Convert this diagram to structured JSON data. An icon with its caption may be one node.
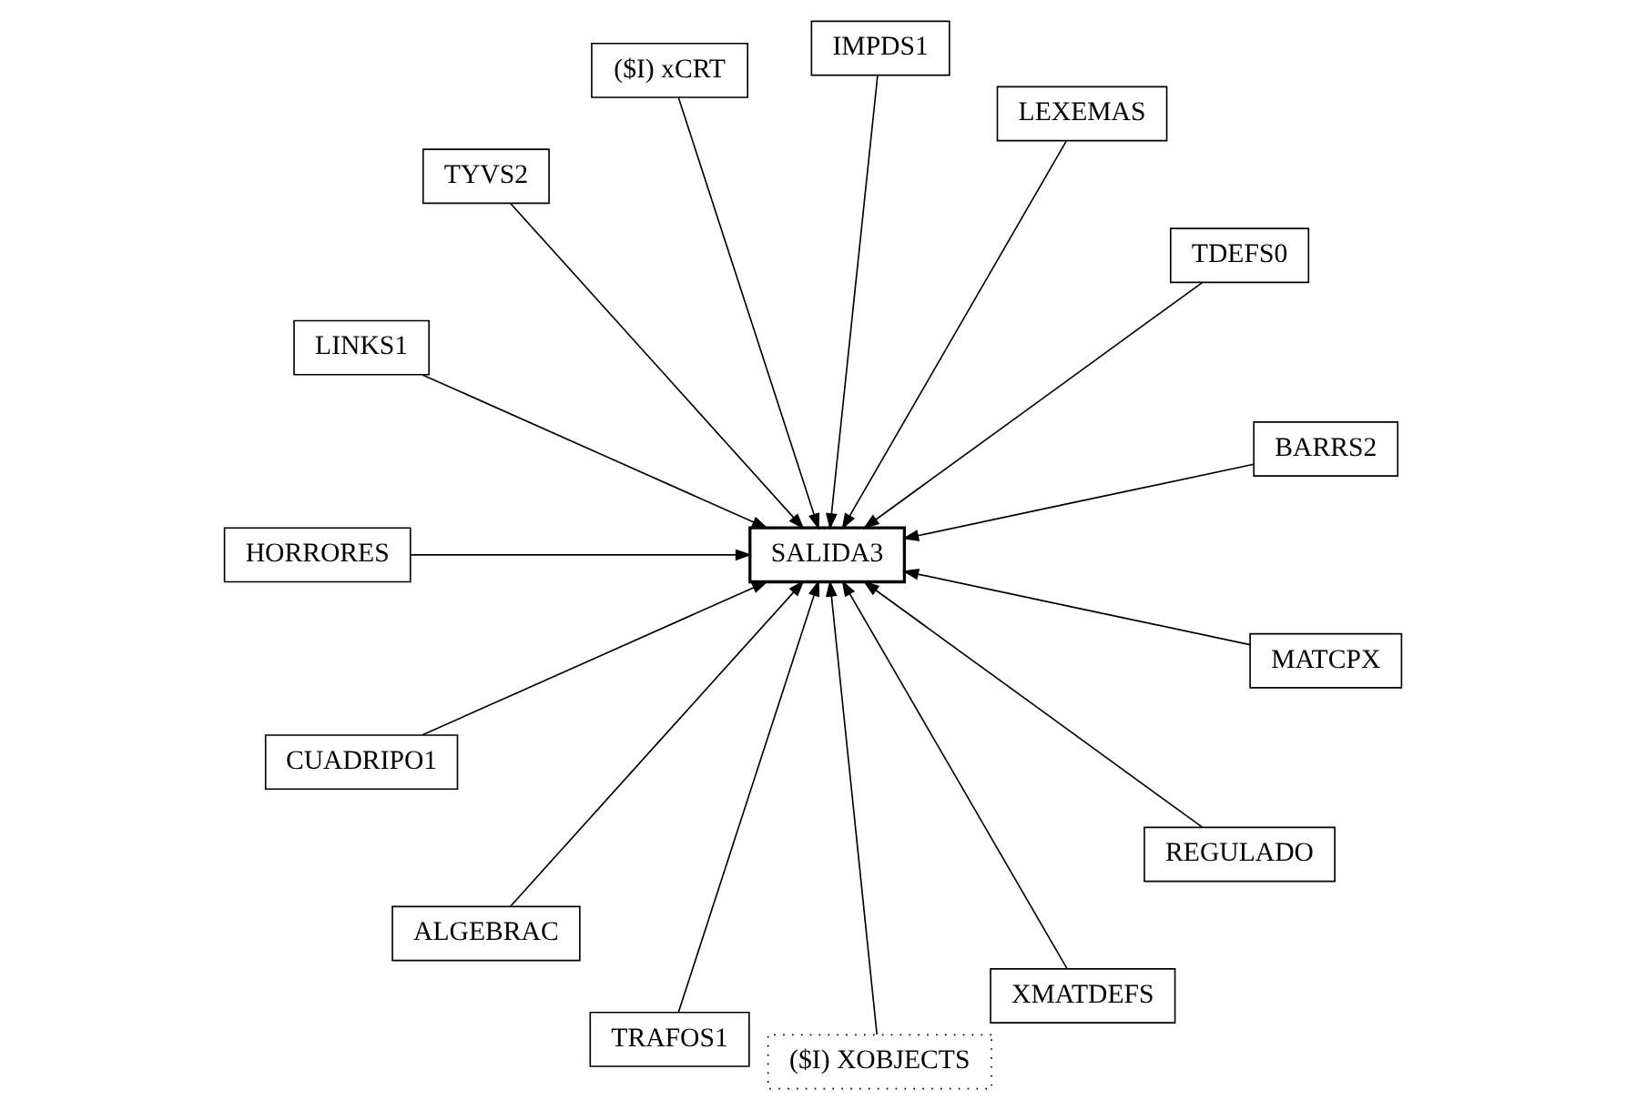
{
  "diagram": {
    "nodes": [
      {
        "text": [
          "BARRS2"
        ]
      },
      {
        "text": [
          "TDEFS0"
        ]
      },
      {
        "text": [
          "LEXEMAS"
        ]
      },
      {
        "text": [
          "IMPDS1"
        ]
      },
      {
        "text": [
          "($I) xCRT"
        ]
      },
      {
        "text": [
          "TYVS2"
        ]
      },
      {
        "text": [
          "LINKS1"
        ]
      },
      {
        "text": [
          "HORRORES"
        ]
      },
      {
        "text": [
          "SALIDA3"
        ]
      },
      {
        "text": [
          "CUADRIPO1"
        ]
      },
      {
        "text": [
          "ALGEBRAC"
        ]
      },
      {
        "text": [
          "TRAFOS1"
        ]
      },
      {
        "text": [
          "($I) XOBJECTS"
        ]
      },
      {
        "text": [
          "XMATDEFS"
        ]
      },
      {
        "text": [
          "REGULADO"
        ]
      },
      {
        "text": [
          "MATCPX"
        ]
      }
    ],
    "edges": [
      {
        "from": 0,
        "to": 8,
        "arrow": "to"
      },
      {
        "from": 1,
        "to": 8,
        "arrow": "to"
      },
      {
        "from": 2,
        "to": 8,
        "arrow": "to"
      },
      {
        "from": 3,
        "to": 8,
        "arrow": "to"
      },
      {
        "from": 4,
        "to": 8,
        "arrow": "to"
      },
      {
        "from": 5,
        "to": 8,
        "arrow": "to"
      },
      {
        "from": 6,
        "to": 8,
        "arrow": "to"
      },
      {
        "from": 7,
        "to": 8,
        "arrow": "to"
      },
      {
        "from": 9,
        "to": 8,
        "arrow": "to"
      },
      {
        "from": 10,
        "to": 8,
        "arrow": "to"
      },
      {
        "from": 11,
        "to": 8,
        "arrow": "to"
      },
      {
        "from": 12,
        "to": 8,
        "arrow": "to"
      },
      {
        "from": 13,
        "to": 8,
        "arrow": "to"
      },
      {
        "from": 14,
        "to": 8,
        "arrow": "to"
      },
      {
        "from": 15,
        "to": 8,
        "arrow": "to"
      }
    ]
  }
}
